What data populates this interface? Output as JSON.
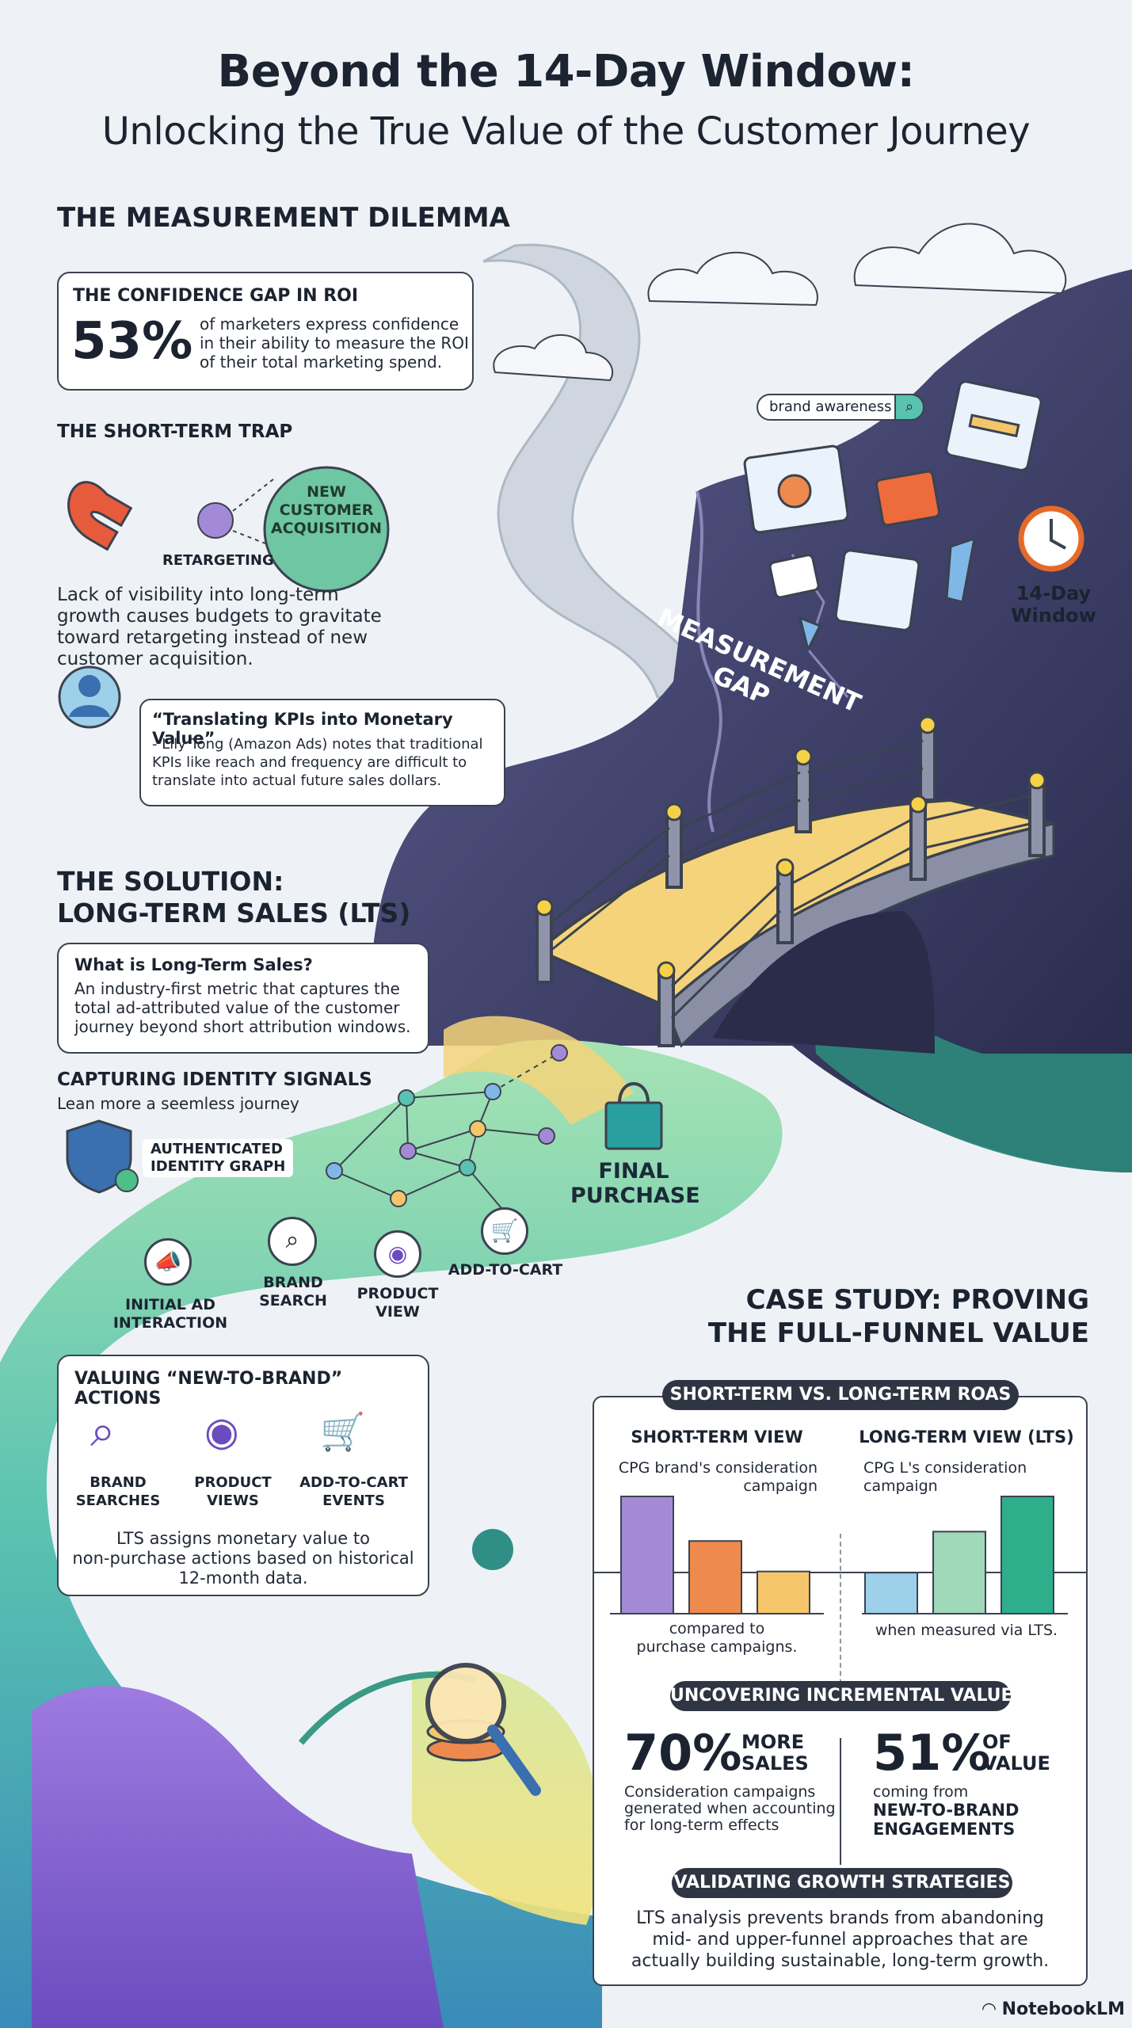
{
  "header": {
    "title_line1": "Beyond the 14-Day Window:",
    "title_line2": "Unlocking the True Value of the Customer Journey"
  },
  "dilemma": {
    "section_title": "THE MEASUREMENT DILEMMA",
    "confidence_card": {
      "heading": "THE CONFIDENCE GAP IN ROI",
      "stat": "53%",
      "text_line1": "of marketers express confidence",
      "text_line2": "in their ability to measure the ROI",
      "text_line3": "of their total marketing spend."
    },
    "short_term_trap": {
      "heading": "THE SHORT-TERM TRAP",
      "bubble_line1": "NEW",
      "bubble_line2": "CUSTOMER",
      "bubble_line3": "ACQUISITION",
      "retargeting_label": "RETARGETING",
      "text_line1": "Lack of visibility into long-term",
      "text_line2": "growth causes budgets to gravitate",
      "text_line3": "toward retargeting instead of new",
      "text_line4": "customer acquisition."
    },
    "quote": {
      "title": "“Translating KPIs into Monetary Value”",
      "line1": "- Lily Tong (Amazon Ads) notes that traditional",
      "line2": "KPIs like reach and frequency are difficult to",
      "line3": "translate into actual future sales dollars."
    }
  },
  "illustration": {
    "search_text": "brand awareness",
    "gap_line1": "MEASUREMENT",
    "gap_line2": "GAP",
    "window_line1": "14-Day",
    "window_line2": "Window",
    "final_line1": "FINAL",
    "final_line2": "PURCHASE"
  },
  "solution": {
    "section_line1": "THE SOLUTION:",
    "section_line2": "LONG-TERM SALES (LTS)",
    "what_card": {
      "heading": "What is Long-Term Sales?",
      "line1": "An industry-first metric that captures the",
      "line2": "total ad-attributed value of the customer",
      "line3": "journey beyond short attribution windows."
    },
    "identity": {
      "heading": "CAPTURING IDENTITY SIGNALS",
      "sub": "Lean more a seemless journey",
      "graph_line1": "AUTHENTICATED",
      "graph_line2": "IDENTITY GRAPH"
    },
    "journey_steps": [
      {
        "line1": "INITIAL AD",
        "line2": "INTERACTION"
      },
      {
        "line1": "BRAND",
        "line2": "SEARCH"
      },
      {
        "line1": "PRODUCT",
        "line2": "VIEW"
      },
      {
        "line1": "ADD-TO-CART",
        "line2": ""
      }
    ],
    "ntb_card": {
      "heading": "VALUING “NEW-TO-BRAND” ACTIONS",
      "items": [
        {
          "line1": "BRAND",
          "line2": "SEARCHES"
        },
        {
          "line1": "PRODUCT",
          "line2": "VIEWS"
        },
        {
          "line1": "ADD-TO-CART",
          "line2": "EVENTS"
        }
      ],
      "line1": "LTS assigns monetary value to",
      "line2": "non-purchase actions based on historical",
      "line3": "12-month data."
    }
  },
  "case_study": {
    "title_line1": "CASE STUDY: PROVING",
    "title_line2": "THE FULL-FUNNEL VALUE",
    "roas_pill": "SHORT-TERM VS. LONG-TERM ROAS",
    "short_view": {
      "heading": "SHORT-TERM VIEW",
      "sub_line1": "CPG brand's consideration",
      "sub_line2": "campaign",
      "foot_line1": "compared to",
      "foot_line2": "purchase campaigns."
    },
    "long_view": {
      "heading": "LONG-TERM VIEW (LTS)",
      "sub_line1": "CPG L's consideration",
      "sub_line2": "campaign",
      "foot_line1": "when measured via LTS."
    },
    "incremental_pill": "UNCOVERING INCREMENTAL VALUE",
    "stat1": {
      "value": "70%",
      "word1": "MORE",
      "word2": "SALES",
      "line1": "Consideration campaigns",
      "line2": "generated when accounting",
      "line3": "for long-term effects"
    },
    "stat2": {
      "value": "51%",
      "word1": "OF",
      "word2": "VALUE",
      "line1": "coming from",
      "line2": "NEW-TO-BRAND",
      "line3": "ENGAGEMENTS"
    },
    "validating_pill": "VALIDATING GROWTH STRATEGIES",
    "validating_line1": "LTS analysis prevents brands from abandoning",
    "validating_line2": "mid- and upper-funnel approaches that are",
    "validating_line3": "actually building sustainable, long-term growth."
  },
  "footer": {
    "brand": "NotebookLM"
  },
  "colors": {
    "purple": "#a48ad6",
    "orange": "#ee8a4e",
    "yellow": "#f5c56c",
    "light_blue": "#9ed0ea",
    "mint": "#9fd9b8",
    "teal": "#2fae8c",
    "dark": "#2f3542"
  },
  "chart_data": [
    {
      "type": "bar",
      "title": "SHORT-TERM VIEW",
      "categories": [
        "",
        "",
        ""
      ],
      "values": [
        100,
        62,
        36
      ]
    },
    {
      "type": "bar",
      "title": "LONG-TERM VIEW (LTS)",
      "categories": [
        "",
        "",
        ""
      ],
      "values": [
        35,
        70,
        100
      ]
    }
  ]
}
